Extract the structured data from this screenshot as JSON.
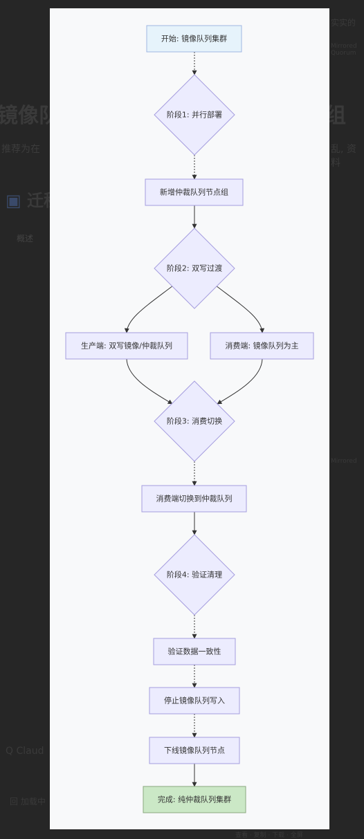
{
  "background": {
    "heading": "镜像队",
    "heading_tail": "组",
    "subtitle": "推荐为在",
    "subtitle_tail": "乱, 资料",
    "section_icon": "chart-icon",
    "section_title": "迁移",
    "tab": "概述",
    "right_top": "实实的",
    "right_top2": "Mirrored Quorum",
    "right_mid": "Mirrored",
    "left_low": "Q Claud",
    "left_low2": "回 加载中",
    "bottom": "查看 · 复制 · 下载 · 全屏"
  },
  "colors": {
    "node_fill": "#ececfe",
    "node_stroke": "#a59dde",
    "start_fill": "#e6f3fb",
    "start_stroke": "#9fb7e2",
    "end_fill": "#cbe8c6",
    "end_stroke": "#8aa77e",
    "edge": "#333333"
  },
  "nodes": [
    {
      "id": "start",
      "label": "开始: 镜像队列集群",
      "shape": "rect",
      "kind": "start"
    },
    {
      "id": "p1",
      "label": "阶段1: 并行部署",
      "shape": "diamond"
    },
    {
      "id": "add",
      "label": "新增仲裁队列节点组",
      "shape": "rect"
    },
    {
      "id": "p2",
      "label": "阶段2: 双写过渡",
      "shape": "diamond"
    },
    {
      "id": "prod",
      "label": "生产端: 双写镜像/仲裁队列",
      "shape": "rect"
    },
    {
      "id": "cons",
      "label": "消费端: 镜像队列为主",
      "shape": "rect"
    },
    {
      "id": "p3",
      "label": "阶段3: 消费切换",
      "shape": "diamond"
    },
    {
      "id": "switch",
      "label": "消费端切换到仲裁队列",
      "shape": "rect"
    },
    {
      "id": "p4",
      "label": "阶段4: 验证清理",
      "shape": "diamond"
    },
    {
      "id": "verify",
      "label": "验证数据一致性",
      "shape": "rect"
    },
    {
      "id": "stop",
      "label": "停止镜像队列写入",
      "shape": "rect"
    },
    {
      "id": "offline",
      "label": "下线镜像队列节点",
      "shape": "rect"
    },
    {
      "id": "done",
      "label": "完成: 纯仲裁队列集群",
      "shape": "rect",
      "kind": "end"
    }
  ],
  "edges": [
    {
      "from": "start",
      "to": "p1",
      "style": "dotted"
    },
    {
      "from": "p1",
      "to": "add",
      "style": "dotted"
    },
    {
      "from": "add",
      "to": "p2",
      "style": "solid"
    },
    {
      "from": "p2",
      "to": "prod",
      "style": "solid"
    },
    {
      "from": "p2",
      "to": "cons",
      "style": "solid"
    },
    {
      "from": "prod",
      "to": "p3",
      "style": "solid"
    },
    {
      "from": "cons",
      "to": "p3",
      "style": "solid"
    },
    {
      "from": "p3",
      "to": "switch",
      "style": "dotted"
    },
    {
      "from": "switch",
      "to": "p4",
      "style": "solid"
    },
    {
      "from": "p4",
      "to": "verify",
      "style": "dotted"
    },
    {
      "from": "verify",
      "to": "stop",
      "style": "dotted"
    },
    {
      "from": "stop",
      "to": "offline",
      "style": "dotted"
    },
    {
      "from": "offline",
      "to": "done",
      "style": "solid"
    }
  ]
}
